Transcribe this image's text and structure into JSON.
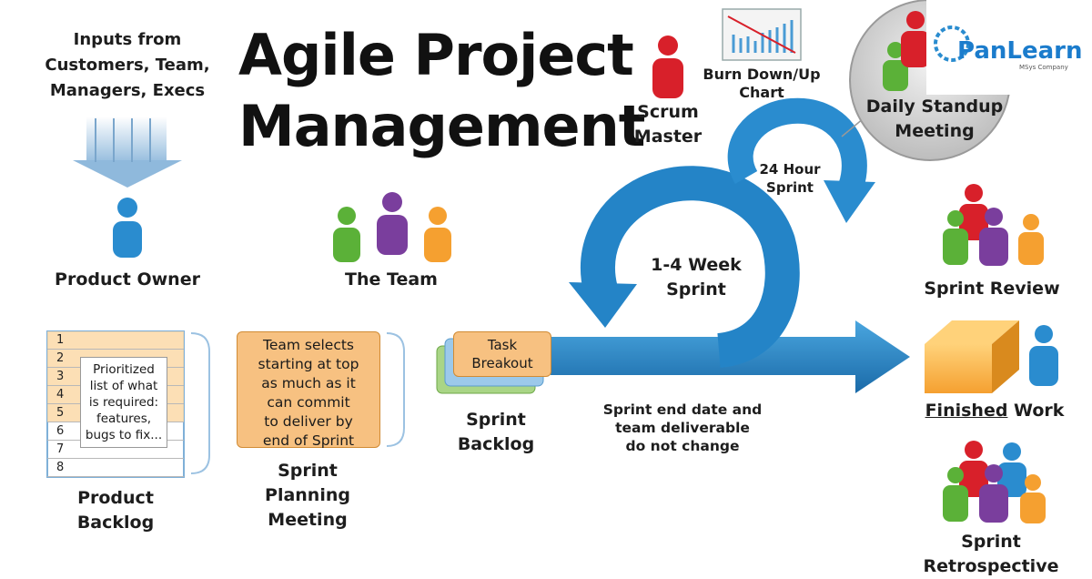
{
  "title": "Agile Project Management",
  "title_line1": "Agile Project",
  "title_line2": "Management",
  "inputs": {
    "line1": "Inputs from",
    "line2": "Customers, Team,",
    "line3": "Managers, Execs"
  },
  "product_owner": "Product Owner",
  "the_team": "The Team",
  "product_backlog": {
    "line1": "Product",
    "line2": "Backlog",
    "rows": [
      "1",
      "2",
      "3",
      "4",
      "5",
      "6",
      "7",
      "8"
    ],
    "note": [
      "Prioritized",
      "list of what",
      "is required:",
      "features,",
      "bugs to fix..."
    ]
  },
  "sprint_planning": {
    "card": [
      "Team selects",
      "starting at top",
      "as much as it",
      "can commit",
      "to deliver by",
      "end of Sprint"
    ],
    "label": [
      "Sprint",
      "Planning",
      "Meeting"
    ]
  },
  "sprint_backlog": {
    "card": [
      "Task",
      "Breakout"
    ],
    "label": [
      "Sprint",
      "Backlog"
    ]
  },
  "sprint_cycle": {
    "week": [
      "1-4 Week",
      "Sprint"
    ],
    "day": [
      "24 Hour",
      "Sprint"
    ]
  },
  "sprint_end_note": [
    "Sprint end date and",
    "team deliverable",
    "do not change"
  ],
  "scrum_master": [
    "Scrum",
    "Master"
  ],
  "burn_chart": [
    "Burn Down/Up",
    "Chart"
  ],
  "daily_standup": [
    "Daily Standup",
    "Meeting"
  ],
  "sprint_review": "Sprint Review",
  "finished_work": {
    "underlined": "Finished",
    "rest": " Work"
  },
  "sprint_retrospective": [
    "Sprint",
    "Retrospective"
  ],
  "logo": {
    "text": "PanLearn",
    "sub": "MSys Company"
  },
  "colors": {
    "blue": "#1f86c8",
    "orange": "#f5a030",
    "green": "#5bb138",
    "red": "#d8202a",
    "purple": "#7a3e9d"
  }
}
